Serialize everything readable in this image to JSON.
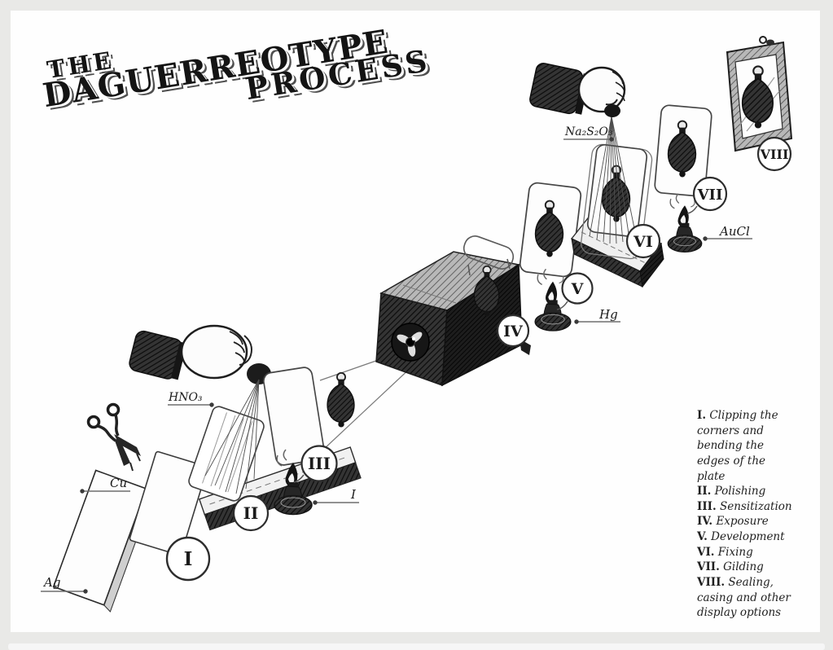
{
  "title": {
    "the": "THE",
    "daguerreotype": "DAGUERREOTYPE",
    "process": "PROCESS"
  },
  "markers": [
    "I",
    "II",
    "III",
    "IV",
    "V",
    "VI",
    "VII",
    "VIII"
  ],
  "chemicals": {
    "ag": "Ag",
    "cu": "Cu",
    "hno3": "HNO₃",
    "iodine": "I",
    "hg": "Hg",
    "na2s2o3": "Na₂S₂O₃",
    "aucl": "AuCl"
  },
  "legend": {
    "items": [
      {
        "numeral": "I.",
        "description": "Clipping the corners and bending the edges of the plate"
      },
      {
        "numeral": "II.",
        "description": "Polishing"
      },
      {
        "numeral": "III.",
        "description": "Sensitization"
      },
      {
        "numeral": "IV.",
        "description": "Exposure"
      },
      {
        "numeral": "V.",
        "description": "Development"
      },
      {
        "numeral": "VI.",
        "description": "Fixing"
      },
      {
        "numeral": "VII.",
        "description": "Gilding"
      },
      {
        "numeral": "VIII.",
        "description": "Sealing, casing and other display options"
      }
    ]
  },
  "colors": {
    "ink": "#1b1b1b",
    "paper": "#fefefe",
    "frame_background": "#e9e9e7",
    "label_line": "#6e6e6e"
  }
}
